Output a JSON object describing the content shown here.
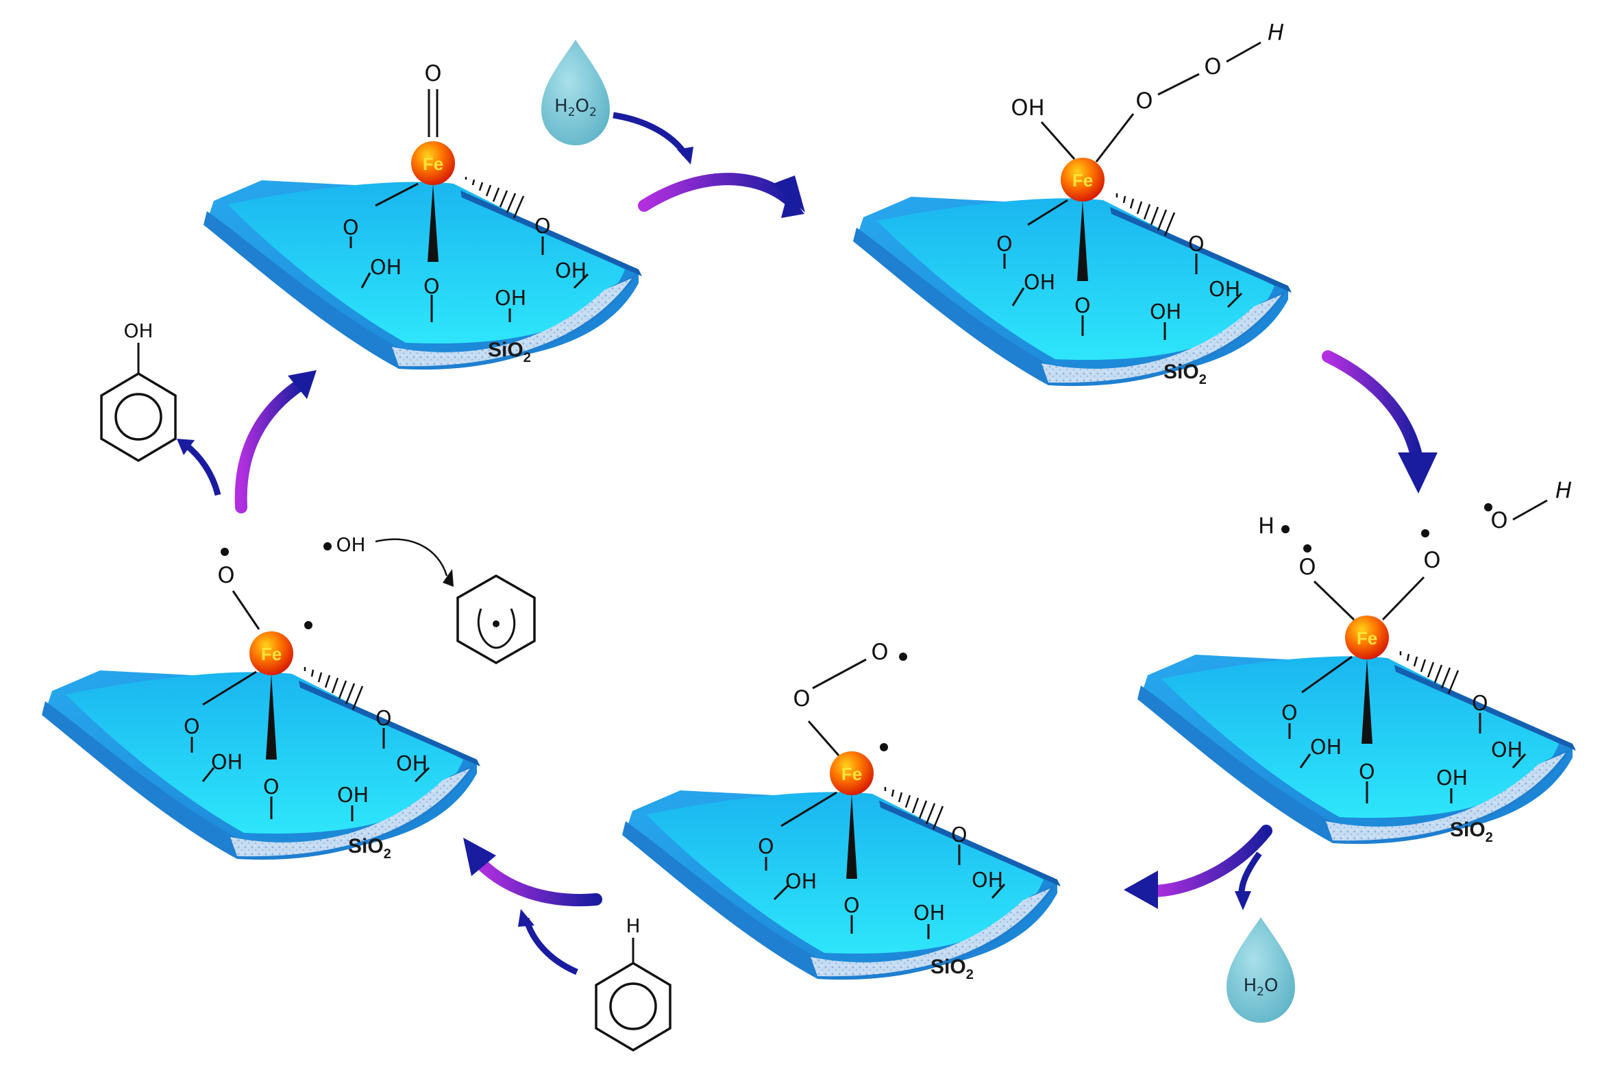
{
  "colors": {
    "support_top": "#1aa8e8",
    "support_inner": "#1ed2f6",
    "support_rim": "#2b87d6",
    "support_base": "#b8d4ee",
    "fe_sphere": "#ff3a00",
    "fe_highlight": "#ffd21a",
    "arrow_dark": "#1b1ea6",
    "arrow_light": "#a22bd8",
    "drop": "#7ec8d8"
  },
  "labels": {
    "fe": "Fe",
    "sio2": "SiO",
    "sio2_sub": "2",
    "oh": "OH",
    "o": "O",
    "h": "H"
  },
  "reagents": {
    "h2o2_main": "H",
    "h2o2_sub": "2",
    "h2o2_o": "O",
    "h2o2_sub2": "2",
    "h2o_main": "H",
    "h2o_sub": "2",
    "h2o_o": "O",
    "phenol_oh": "OH",
    "benzene_h": "H",
    "radical_oh": "OH"
  },
  "icons": {
    "fe_sphere": "fe-sphere-icon",
    "water_drop": "water-drop-icon",
    "cycle_arrow": "curved-arrow-icon",
    "benzene": "benzene-ring-icon"
  }
}
